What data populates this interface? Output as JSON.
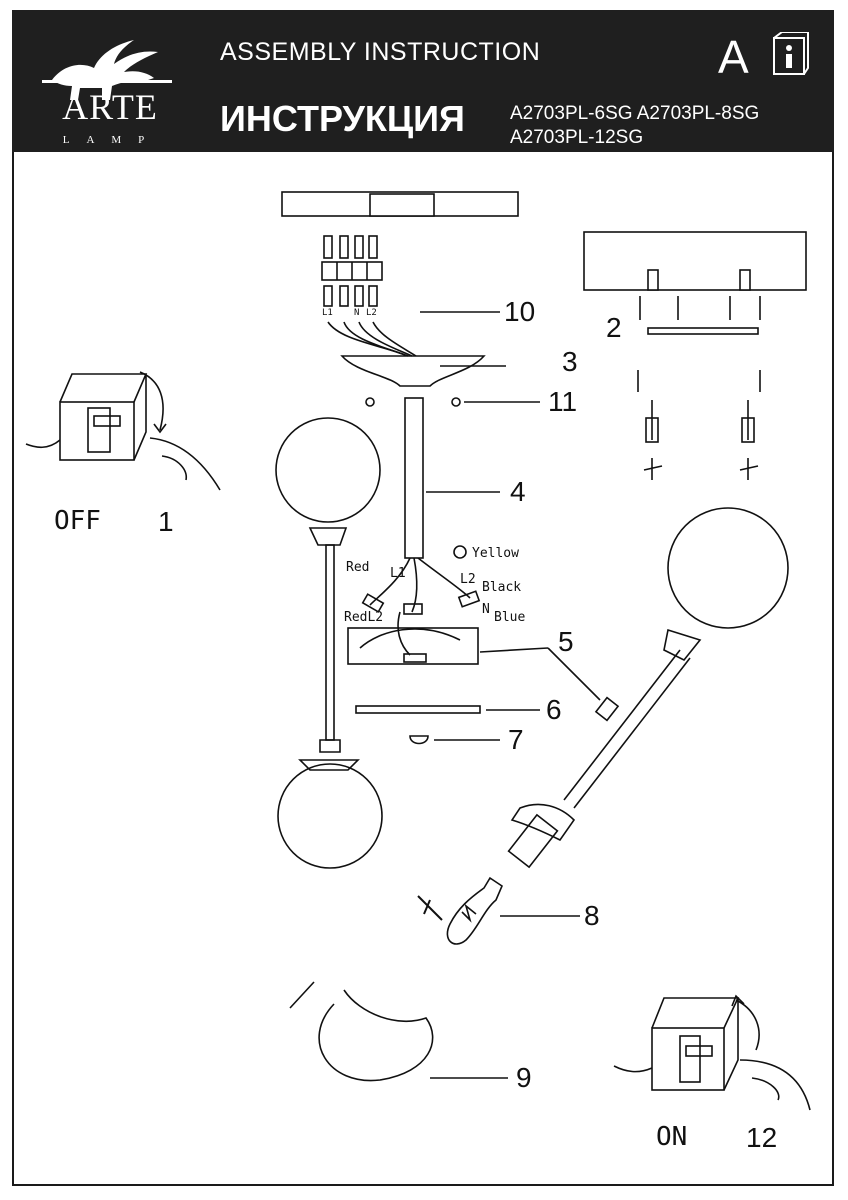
{
  "header": {
    "brand": "ARTE",
    "brand_sub": "LAMP",
    "title_en": "ASSEMBLY INSTRUCTION",
    "title_ru": "ИНСТРУКЦИЯ",
    "models_line1": "A2703PL-6SG A2703PL-8SG",
    "models_line2": "A2703PL-12SG",
    "language": "A",
    "info_icon": "info-book-icon"
  },
  "steps": {
    "s1": "1",
    "s2": "2",
    "s3": "3",
    "s4": "4",
    "s5": "5",
    "s6": "6",
    "s7": "7",
    "s8": "8",
    "s9": "9",
    "s10": "10",
    "s11": "11",
    "s12": "12"
  },
  "switch_labels": {
    "off": "OFF",
    "on": "ON"
  },
  "wire_labels": {
    "yellow": "Yellow",
    "red_top": "Red",
    "l1": "L1",
    "l2": "L2",
    "black": "Black",
    "red_l2": "RedL2",
    "n": "N",
    "blue": "Blue"
  },
  "terminal_labels": {
    "l1": "L1",
    "n": "N",
    "l2": "L2"
  },
  "colors": {
    "header_bg": "#1f1f1f",
    "ink": "#111111"
  }
}
